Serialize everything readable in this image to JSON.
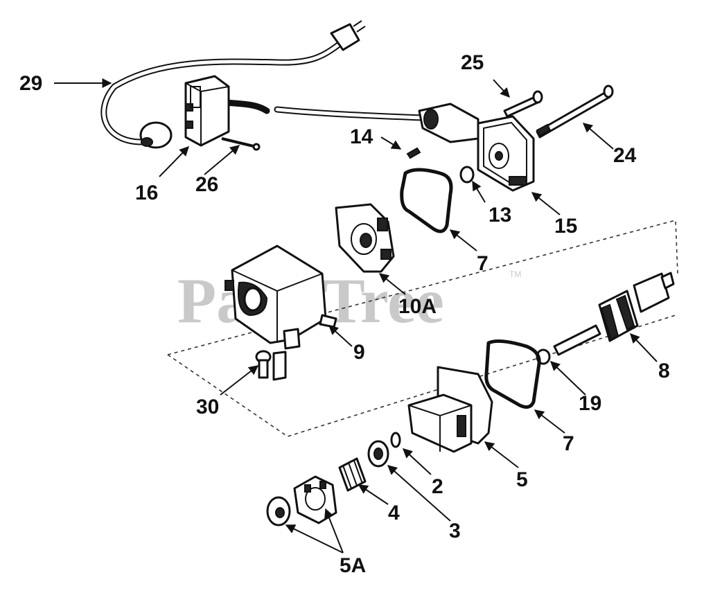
{
  "watermark": {
    "text": "PartsTree",
    "trademark": "TM"
  },
  "callouts": {
    "c29": "29",
    "c25": "25",
    "c14": "14",
    "c24": "24",
    "c16": "16",
    "c26": "26",
    "c13": "13",
    "c15": "15",
    "c7a": "7",
    "c10a": "10A",
    "c9": "9",
    "c8": "8",
    "c19": "19",
    "c30": "30",
    "c7b": "7",
    "c5": "5",
    "c2": "2",
    "c4": "4",
    "c3": "3",
    "c5a": "5A"
  }
}
